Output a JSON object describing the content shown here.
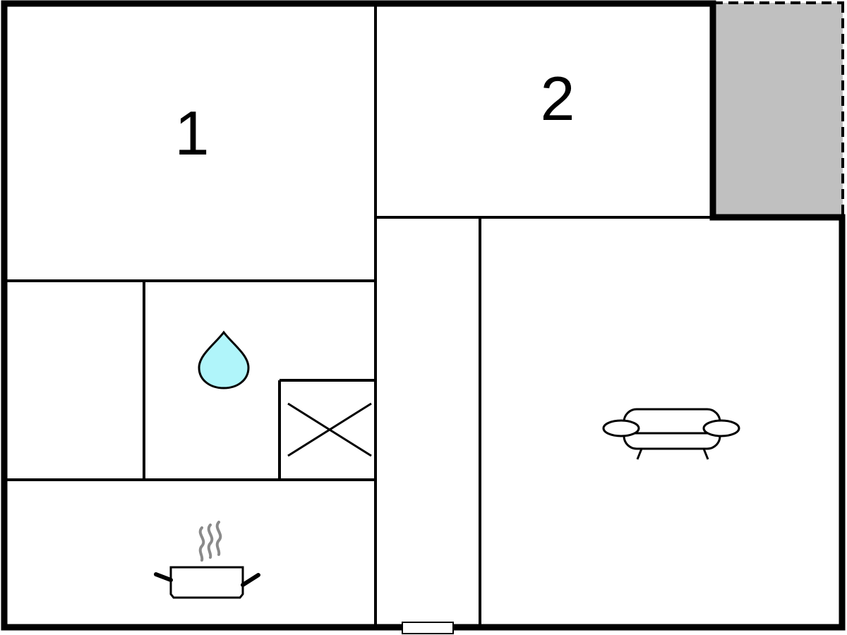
{
  "floorplan": {
    "rooms": [
      {
        "id": "bedroom-1",
        "label": "1"
      },
      {
        "id": "bedroom-2",
        "label": "2"
      }
    ],
    "symbols": {
      "bathroom": "water-drop-icon",
      "shower": "shower-cross-icon",
      "kitchen": "cooking-pot-icon",
      "living": "sofa-icon",
      "entrance": "entrance-door-icon"
    },
    "colors": {
      "wall": "#000000",
      "outdoor_area": "#c0c0c0",
      "water": "#b0f5fa",
      "steam": "#8a8a8a"
    }
  }
}
